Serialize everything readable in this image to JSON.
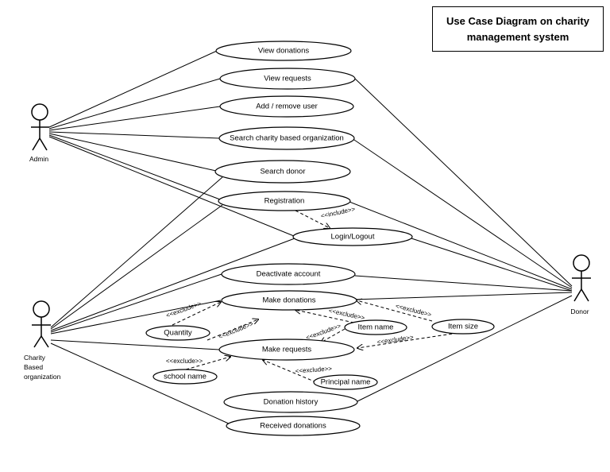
{
  "title": "Use Case Diagram on charity management system",
  "actors": {
    "admin": "Admin",
    "charity": [
      "Charity",
      "Based",
      "organization"
    ],
    "donor": "Donor"
  },
  "use_cases": {
    "view_donations": "View donations",
    "view_requests": "View requests",
    "add_remove_user": "Add / remove user",
    "search_charity": "Search charity based organization",
    "search_donor": "Search donor",
    "registration": "Registration",
    "login_logout": "Login/Logout",
    "deactivate_account": "Deactivate account",
    "make_donations": "Make donations",
    "quantity": "Quantity",
    "item_name": "Item name",
    "item_size": "Item size",
    "make_requests": "Make requests",
    "school_name": "school name",
    "principal_name": "Principal name",
    "donation_history": "Donation history",
    "received_donations": "Received donations"
  },
  "relations": {
    "include": "<<include>>",
    "exclude": "<<exclude>>"
  }
}
